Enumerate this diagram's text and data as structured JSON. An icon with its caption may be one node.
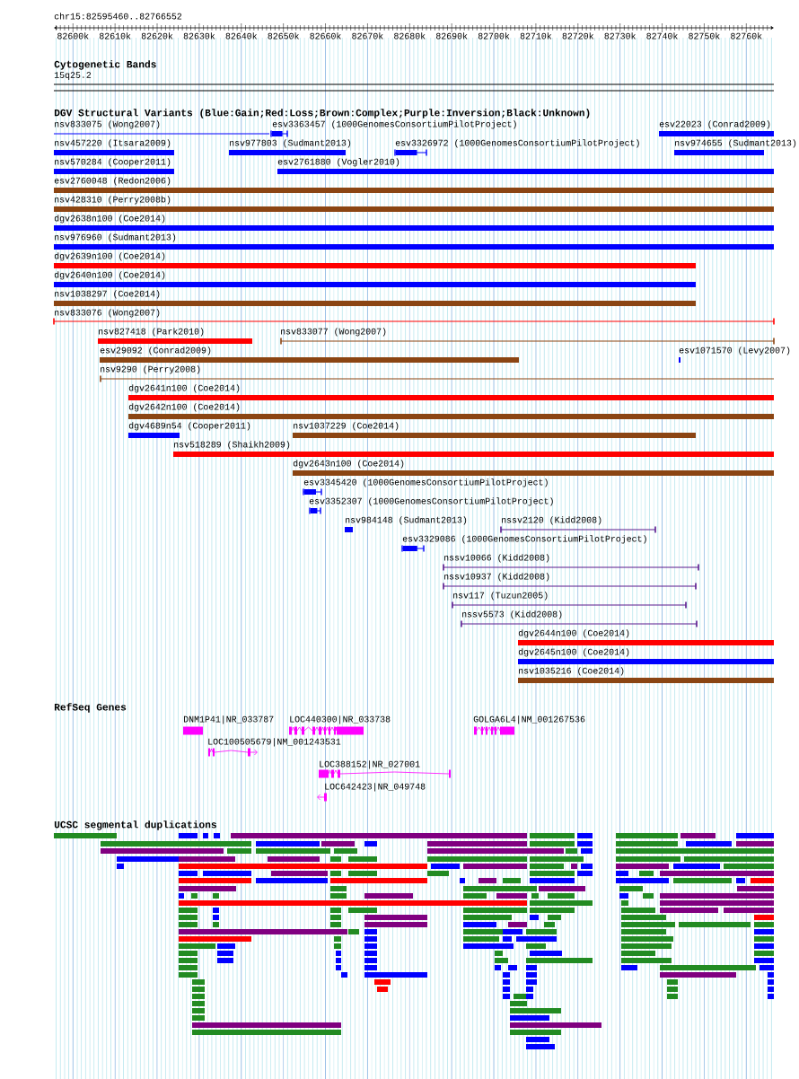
{
  "diagram": {
    "nodes": [
      {
        "text": [
          "nsv833075 (Wong2007)"
        ]
      },
      {
        "text": [
          "esv3363457 (1000GenomesConsortiumPilotProject)"
        ]
      },
      {
        "text": [
          "esv22023 (Conrad2009)"
        ]
      },
      {
        "text": [
          "nsv457220 (Itsara2009)"
        ]
      },
      {
        "text": [
          "nsv977803 (Sudmant2013)"
        ]
      },
      {
        "text": [
          "esv3326972 (1000GenomesConsortiumPilotProject)"
        ]
      },
      {
        "text": [
          "nsv974655 (Sudmant2013)"
        ]
      },
      {
        "text": [
          "nsv570284 (Cooper2011)"
        ]
      },
      {
        "text": [
          "esv2761880 (Vogler2010)"
        ]
      },
      {
        "text": [
          "esv2760048 (Redon2006)"
        ]
      },
      {
        "text": [
          "nsv428310 (Perry2008b)"
        ]
      },
      {
        "text": [
          "dgv2638n100 (Coe2014)"
        ]
      },
      {
        "text": [
          "nsv976960 (Sudmant2013)"
        ]
      },
      {
        "text": [
          "dgv2639n100 (Coe2014)"
        ]
      },
      {
        "text": [
          "dgv2640n100 (Coe2014)"
        ]
      },
      {
        "text": [
          "nsv1038297 (Coe2014)"
        ]
      },
      {
        "text": [
          "nsv833076 (Wong2007)"
        ]
      },
      {
        "text": [
          "nsv827418 (Park2010)"
        ]
      },
      {
        "text": [
          "nsv833077 (Wong2007)"
        ]
      },
      {
        "text": [
          "esv29092 (Conrad2009)"
        ]
      },
      {
        "text": [
          "esv1071570 (Levy2007)"
        ]
      },
      {
        "text": [
          "nsv9290 (Perry2008)"
        ]
      },
      {
        "text": [
          "dgv2641n100 (Coe2014)"
        ]
      },
      {
        "text": [
          "dgv2642n100 (Coe2014)"
        ]
      },
      {
        "text": [
          "dgv4689n54 (Cooper2011)"
        ]
      },
      {
        "text": [
          "nsv1037229 (Coe2014)"
        ]
      },
      {
        "text": [
          "nsv518289 (Shaikh2009)"
        ]
      },
      {
        "text": [
          "dgv2643n100 (Coe2014)"
        ]
      },
      {
        "text": [
          "esv3345420 (1000GenomesConsortiumPilotProject)"
        ]
      },
      {
        "text": [
          "esv3352307 (1000GenomesConsortiumPilotProject)"
        ]
      },
      {
        "text": [
          "nsv984148 (Sudmant2013)"
        ]
      },
      {
        "text": [
          "nssv2120 (Kidd2008)"
        ]
      },
      {
        "text": [
          "esv3329086 (1000GenomesConsortiumPilotProject)"
        ]
      },
      {
        "text": [
          "nssv10066 (Kidd2008)"
        ]
      },
      {
        "text": [
          "nssv10937 (Kidd2008)"
        ]
      },
      {
        "text": [
          "nsv117 (Tuzun2005)"
        ]
      },
      {
        "text": [
          "nssv5573 (Kidd2008)"
        ]
      },
      {
        "text": [
          "dgv2644n100 (Coe2014)"
        ]
      },
      {
        "text": [
          "dgv2645n100 (Coe2014)"
        ]
      },
      {
        "text": [
          "nsv1035216 (Coe2014)"
        ]
      },
      {
        "text": [
          "DNM1P41|NR_033787"
        ]
      },
      {
        "text": [
          "LOC440300|NR_033738"
        ]
      },
      {
        "text": [
          "GOLGA6L4|NM_001267536"
        ]
      },
      {
        "text": [
          "LOC100505679|NM_001243531"
        ]
      },
      {
        "text": [
          "LOC388152|NR_027001"
        ]
      },
      {
        "text": [
          "LOC642423|NR_049748"
        ]
      }
    ],
    "labels": [
      "chr15:82595460..82766552",
      "82600k",
      "82610k",
      "82620k",
      "82630k",
      "82640k",
      "82650k",
      "82660k",
      "82670k",
      "82680k",
      "82690k",
      "82700k",
      "82710k",
      "82720k",
      "82730k",
      "82740k",
      "82750k",
      "82760k",
      "Cytogenetic Bands",
      "15q25.2",
      "DGV Structural Variants (Blue:Gain;Red:Loss;Brown:Complex;Purple:Inversion;Black:Unknown)",
      "RefSeq Genes",
      "UCSC segmental duplications"
    ]
  }
}
